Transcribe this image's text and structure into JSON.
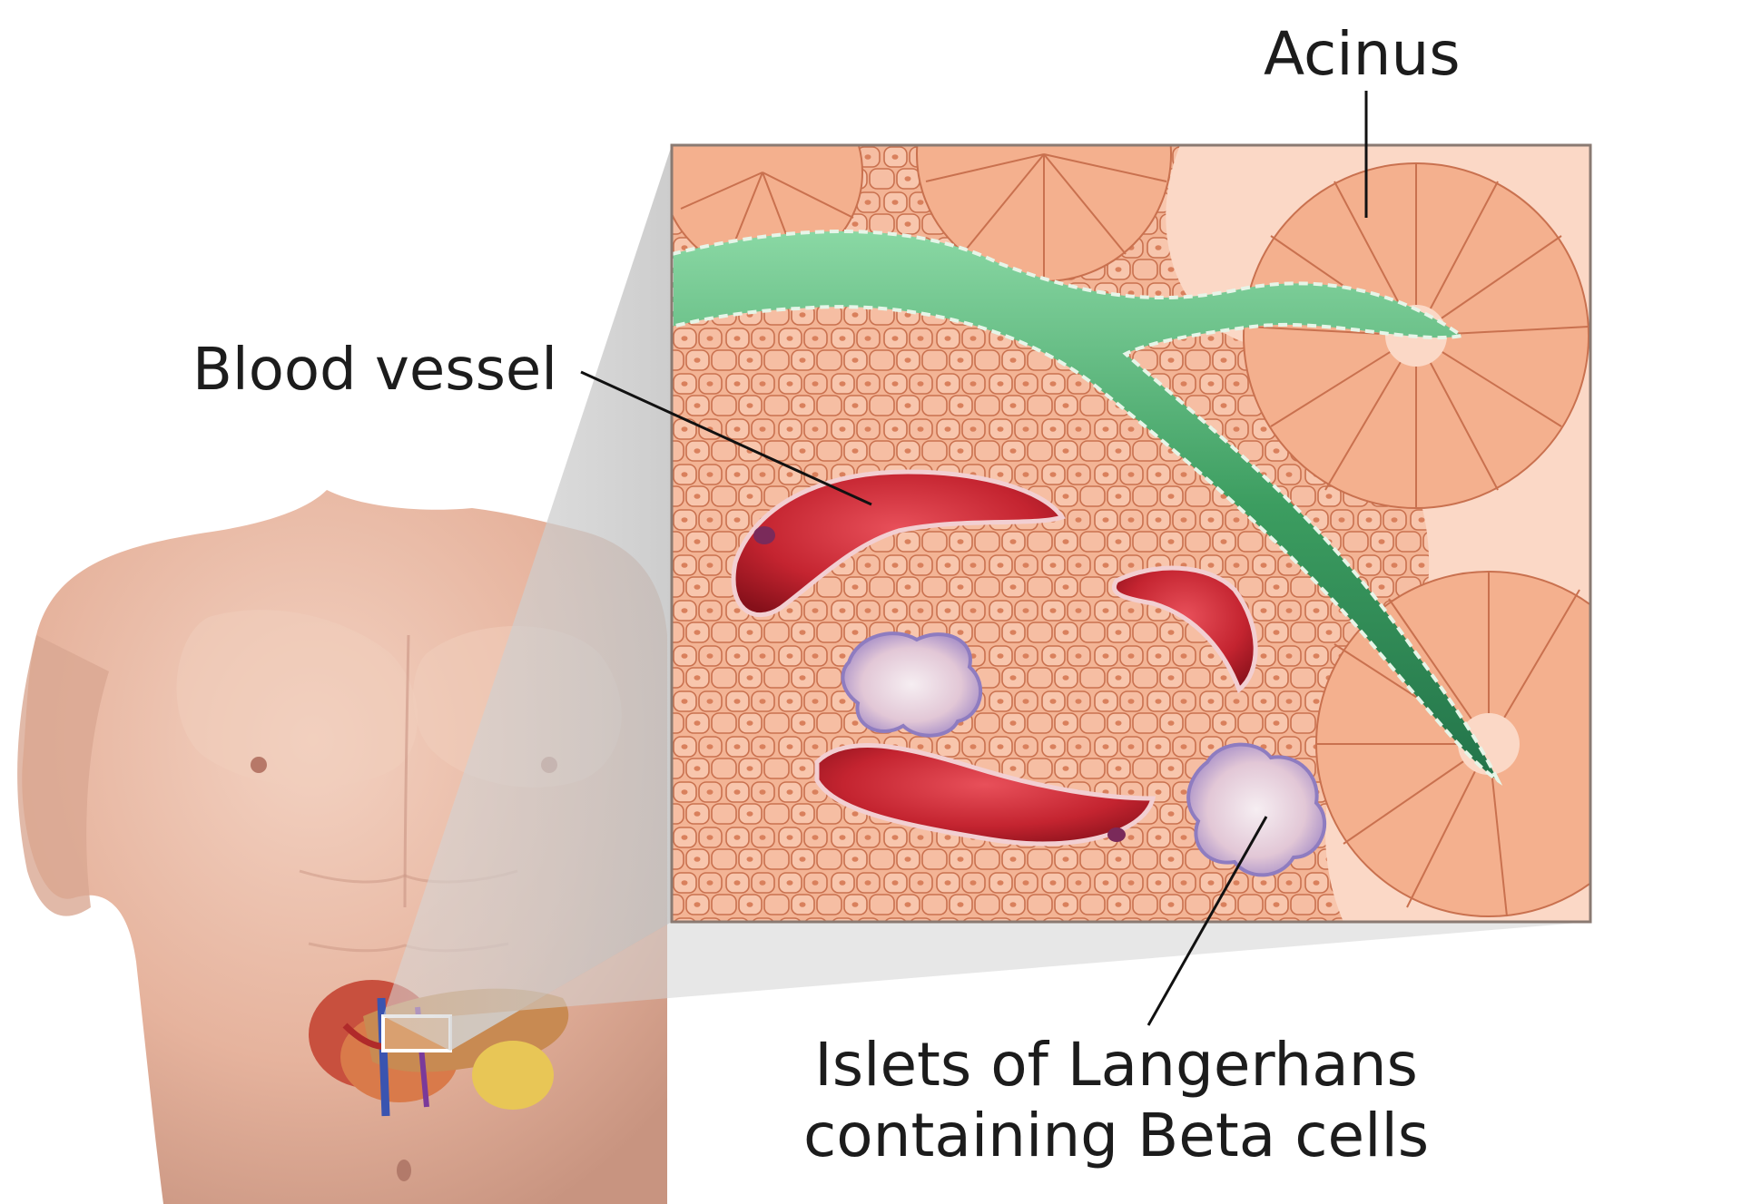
{
  "labels": {
    "acinus": "Acinus",
    "blood_vessel": "Blood vessel",
    "islets_line1": "Islets of Langerhans",
    "islets_line2": "containing Beta cells"
  },
  "colors": {
    "tissue": "#f4b598",
    "tissue_light": "#fbd8c6",
    "cell_outline": "#c8704e",
    "duct_green": "#3a9a5c",
    "duct_light": "#7fd29a",
    "blood_red": "#c8222e",
    "blood_dark": "#8e0f1a",
    "islet_purple": "#a98bc4",
    "skin": "#e9b9a4",
    "skin_shadow": "#c48f7c",
    "zoom_cone": "#cfcfcf"
  }
}
